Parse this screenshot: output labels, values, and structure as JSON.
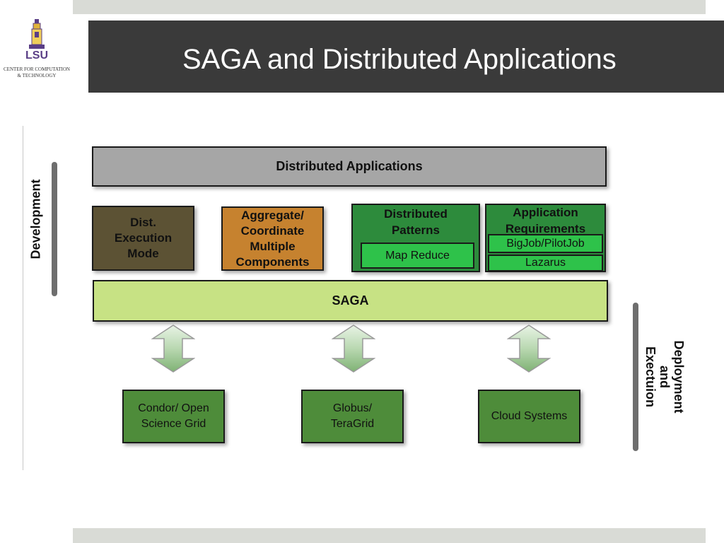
{
  "slide": {
    "title": "SAGA and Distributed Applications"
  },
  "logo": {
    "mark": "LSU",
    "line1": "CENTER FOR COMPUTATION",
    "line2": "& TECHNOLOGY"
  },
  "diagram": {
    "side_labels": {
      "development": "Development",
      "deployment_line1": "Deployment",
      "deployment_line2": "and",
      "deployment_line3": "Exectuion"
    },
    "top_layer": "Distributed Applications",
    "components": {
      "exec_mode": [
        "Dist.",
        "Execution",
        "Mode"
      ],
      "aggregate": [
        "Aggregate/",
        "Coordinate",
        "Multiple",
        "Components"
      ],
      "patterns": {
        "heading": [
          "Distributed",
          "Patterns"
        ],
        "item": "Map Reduce"
      },
      "requirements": {
        "heading": [
          "Application",
          "Requirements"
        ],
        "items": [
          "BigJob/PilotJob",
          "Lazarus"
        ]
      }
    },
    "middle_layer": "SAGA",
    "infrastructure": [
      [
        "Condor/ Open",
        "Science Grid"
      ],
      [
        "Globus/",
        "TeraGrid"
      ],
      [
        "Cloud Systems"
      ]
    ],
    "colors": {
      "title_bar": "#3a3a3a",
      "top_layer": "#a6a6a6",
      "exec_mode": "#5c5234",
      "aggregate": "#c6822f",
      "patterns": "#2d8b3c",
      "sub_items": "#2ec24a",
      "saga": "#c7e284",
      "infrastructure": "#4e8c3a",
      "arrow_fill": "#8fbf86"
    }
  }
}
